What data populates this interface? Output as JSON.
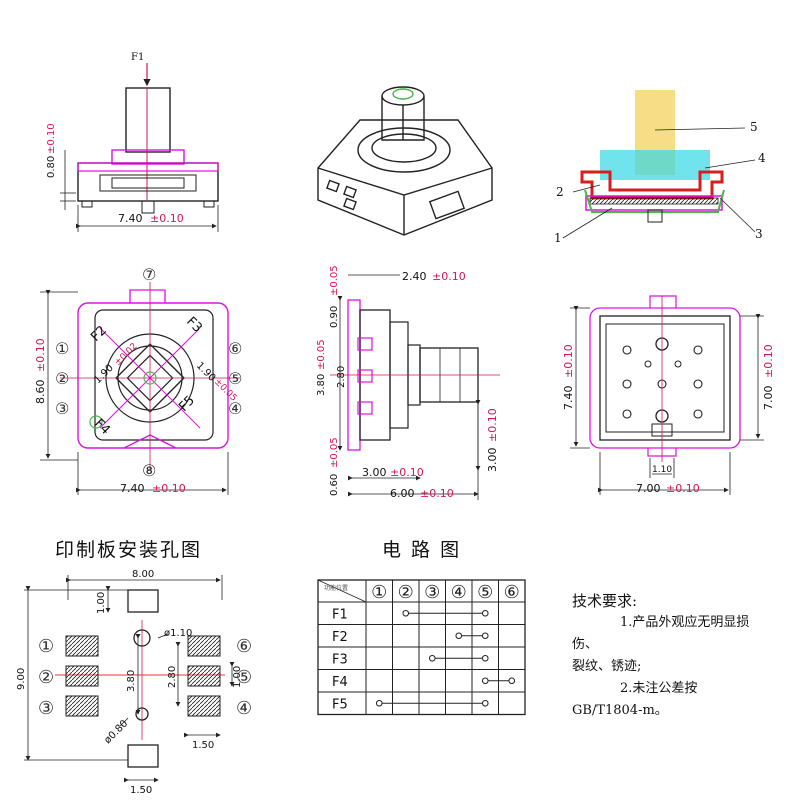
{
  "colors": {
    "dim": "#d4145a",
    "outline": "#e010e0",
    "line": "#222222",
    "yellow": "#f4d35e",
    "cyan": "#35d7e6",
    "red": "#d91c1c",
    "green": "#49b649",
    "redline": "#e33"
  },
  "top_left": {
    "force_label": "F1",
    "width_dim": {
      "num": "7.40",
      "tol": "±0.10"
    },
    "height_dim": {
      "num": "0.80",
      "tol": "±0.10"
    }
  },
  "section": {
    "callouts": [
      "5",
      "4",
      "2",
      "3",
      "1"
    ]
  },
  "front_view": {
    "width_dim": {
      "num": "7.40",
      "tol": "±0.10"
    },
    "height_dim": {
      "num": "8.60",
      "tol": "±0.10"
    },
    "diag_dims": [
      "1.90",
      "±0.02",
      "1.90",
      "±0.05"
    ],
    "dirs": [
      "F2",
      "F3",
      "F4",
      "F5"
    ],
    "pins_left": [
      "①",
      "②",
      "③"
    ],
    "pins_right": [
      "⑥",
      "⑤",
      "④"
    ],
    "pin_top": "⑦",
    "pin_bottom": "⑧"
  },
  "side_view": {
    "dims": {
      "top": {
        "num": "2.40",
        "tol": "±0.10"
      },
      "lead_w": {
        "num": "0.90",
        "tol": "±0.05"
      },
      "pitch": {
        "num": "3.80",
        "tol": "±0.05"
      },
      "mid": "2.80",
      "lead_b": {
        "num": "0.60",
        "tol": "±0.05"
      },
      "len1": {
        "num": "3.00",
        "tol": "±0.10"
      },
      "len2": {
        "num": "6.00",
        "tol": "±0.10"
      },
      "shaft": {
        "num": "3.00",
        "tol": "±0.10"
      }
    }
  },
  "bottom_view": {
    "dims": {
      "h_outer": {
        "num": "7.40",
        "tol": "±0.10"
      },
      "h_inner": {
        "num": "7.00",
        "tol": "±0.10"
      },
      "w": {
        "num": "7.00",
        "tol": "±0.10"
      },
      "tab": "1.10"
    }
  },
  "pcb": {
    "title": "印制板安装孔图",
    "dims": {
      "w": "8.00",
      "h": "9.00",
      "pad_h": "1.00",
      "hole": "ø1.10",
      "pitch": "3.80",
      "pitch2": "2.80",
      "pad_p": "1.00",
      "pad_w": "1.50",
      "hole2": "ø0.80",
      "pad_w2": "1.50"
    },
    "pins_left": [
      "①",
      "②",
      "③"
    ],
    "pins_right": [
      "⑥",
      "⑤",
      "④"
    ]
  },
  "circuit": {
    "title": "电 路 图",
    "corner": "功能位置",
    "columns": [
      "①",
      "②",
      "③",
      "④",
      "⑤",
      "⑥"
    ],
    "rows": [
      {
        "label": "F1",
        "from": 1,
        "to": 4
      },
      {
        "label": "F2",
        "from": 3,
        "to": 4
      },
      {
        "label": "F3",
        "from": 2,
        "to": 4
      },
      {
        "label": "F4",
        "from": 4,
        "to": 5
      },
      {
        "label": "F5",
        "from": 0,
        "to": 4
      }
    ]
  },
  "notes": {
    "title": "技术要求:",
    "lines": [
      "1.产品外观应无明显损",
      "伤、",
      "裂纹、锈迹;",
      "2.未注公差按",
      "GB/T1804-m。"
    ]
  }
}
